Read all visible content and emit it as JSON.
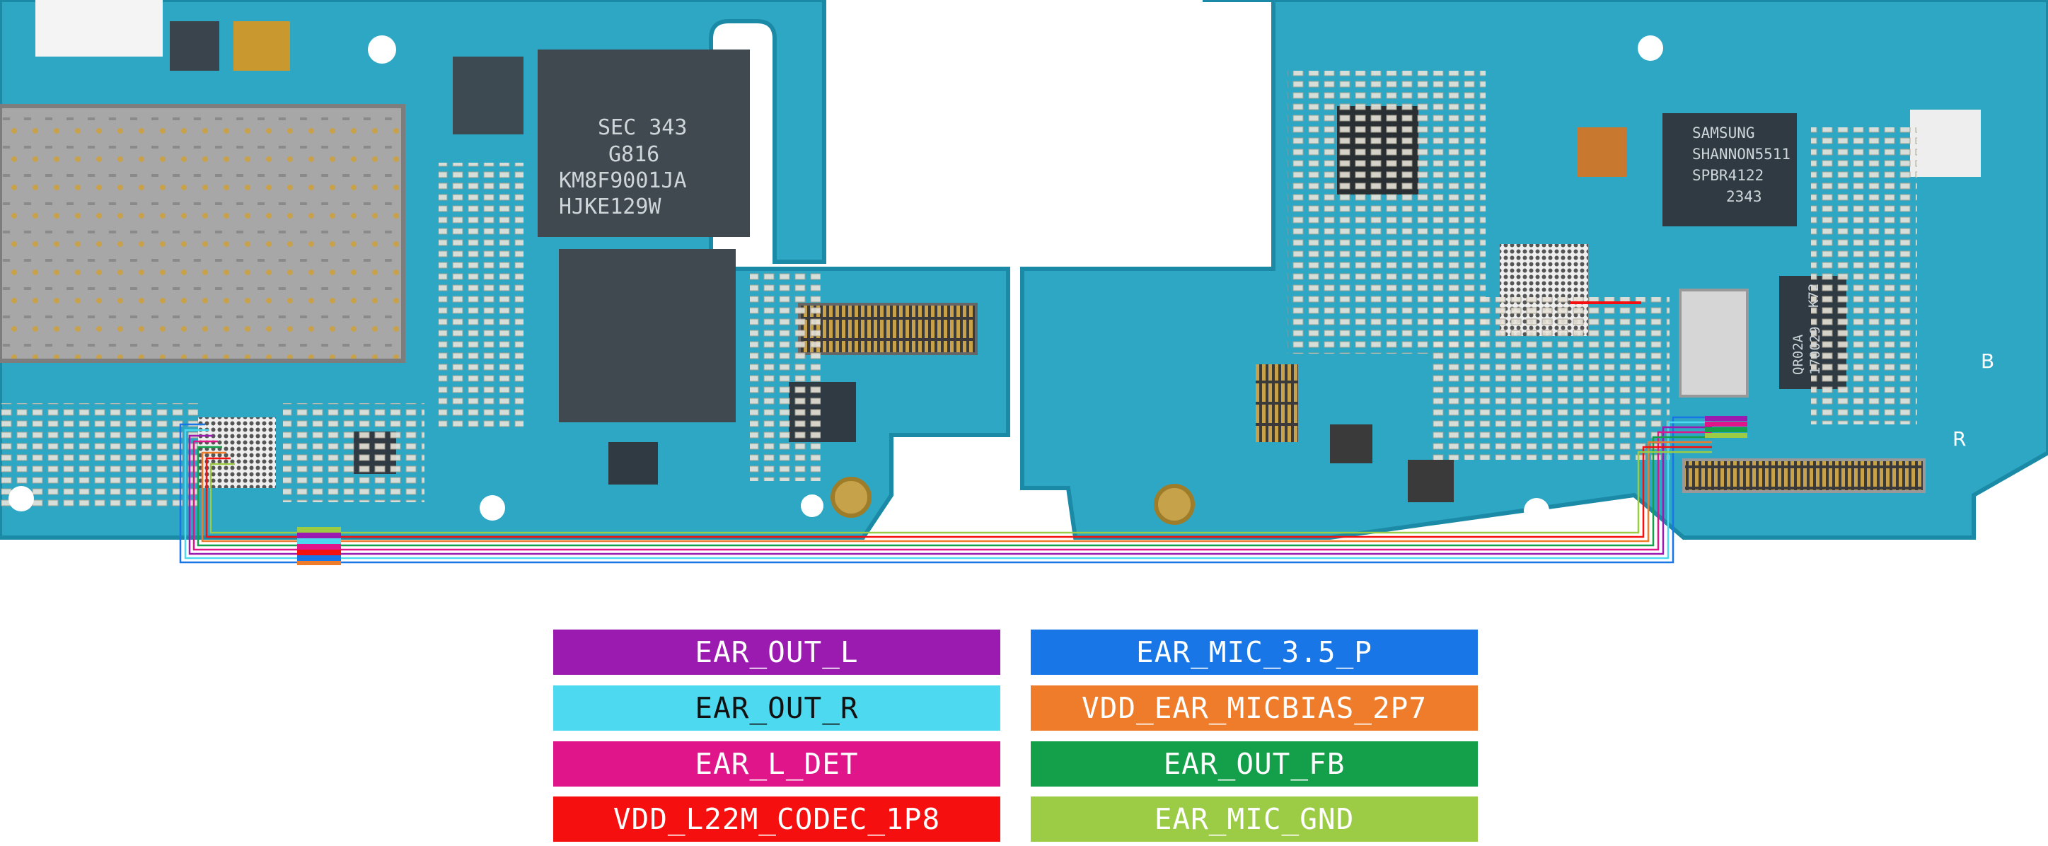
{
  "board": {
    "chip_labels": {
      "ram_1": "SEC 343",
      "ram_2": "G816",
      "ram_3": "KM8F9001JA",
      "ram_4": "HJKE129W",
      "modem_1": "SAMSUNG",
      "modem_2": "SHANNON5511",
      "modem_3": "SPBR4122",
      "modem_4": "2343",
      "pmic_1": "K72",
      "pmic_2": "QR02A",
      "pmic_3": "170029",
      "ant_b": "B",
      "ant_r": "R"
    }
  },
  "legend": [
    {
      "label": "EAR_OUT_L",
      "color": "#9b1bb0",
      "text_color": "#ffffff"
    },
    {
      "label": "EAR_MIC_3.5_P",
      "color": "#1976e6",
      "text_color": "#ffffff"
    },
    {
      "label": "EAR_OUT_R",
      "color": "#4dd9f0",
      "text_color": "#111111"
    },
    {
      "label": "VDD_EAR_MICBIAS_2P7",
      "color": "#ef7c2b",
      "text_color": "#ffffff"
    },
    {
      "label": "EAR_L_DET",
      "color": "#e0158a",
      "text_color": "#ffffff"
    },
    {
      "label": "EAR_OUT_FB",
      "color": "#14a04a",
      "text_color": "#ffffff"
    },
    {
      "label": "VDD_L22M_CODEC_1P8",
      "color": "#f50f0f",
      "text_color": "#ffffff"
    },
    {
      "label": "EAR_MIC_GND",
      "color": "#9ccc45",
      "text_color": "#ffffff"
    }
  ]
}
